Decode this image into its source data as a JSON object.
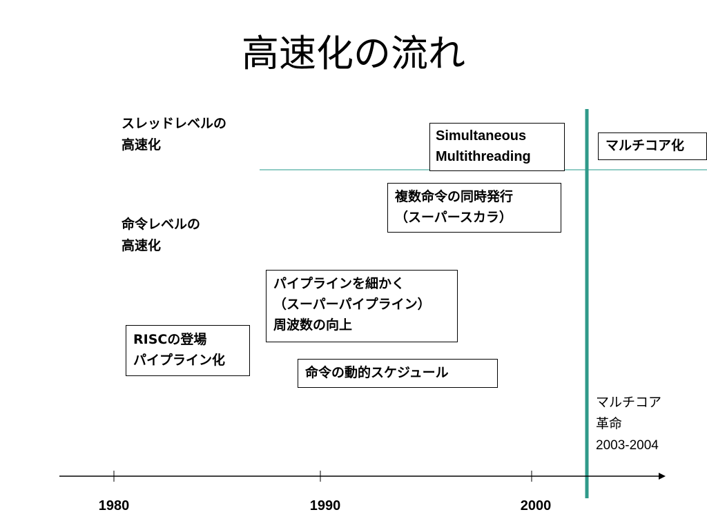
{
  "title": "高速化の流れ",
  "categories": {
    "thread_level": [
      "スレッドレベルの",
      "高速化"
    ],
    "instruction_level": [
      "命令レベルの",
      "高速化"
    ]
  },
  "boxes": {
    "smt": [
      "Simultaneous",
      "Multithreading"
    ],
    "multicore": [
      "マルチコア化"
    ],
    "superscalar": [
      "複数命令の同時発行",
      "（スーパースカラ）"
    ],
    "superpipeline": [
      "パイプラインを細かく",
      "（スーパーパイプライン）",
      "周波数の向上"
    ],
    "risc": [
      "RISCの登場",
      "パイプライン化"
    ],
    "dynamic_scheduling": [
      "命令の動的スケジュール"
    ]
  },
  "revolution_note": [
    "マルチコア",
    "革命",
    "2003-2004"
  ],
  "timeline": {
    "years": [
      "1980",
      "1990",
      "2000"
    ]
  },
  "colors": {
    "accent_teal": "#2f9a8a",
    "thin_teal": "#6cbcb0",
    "axis": "#000000"
  }
}
